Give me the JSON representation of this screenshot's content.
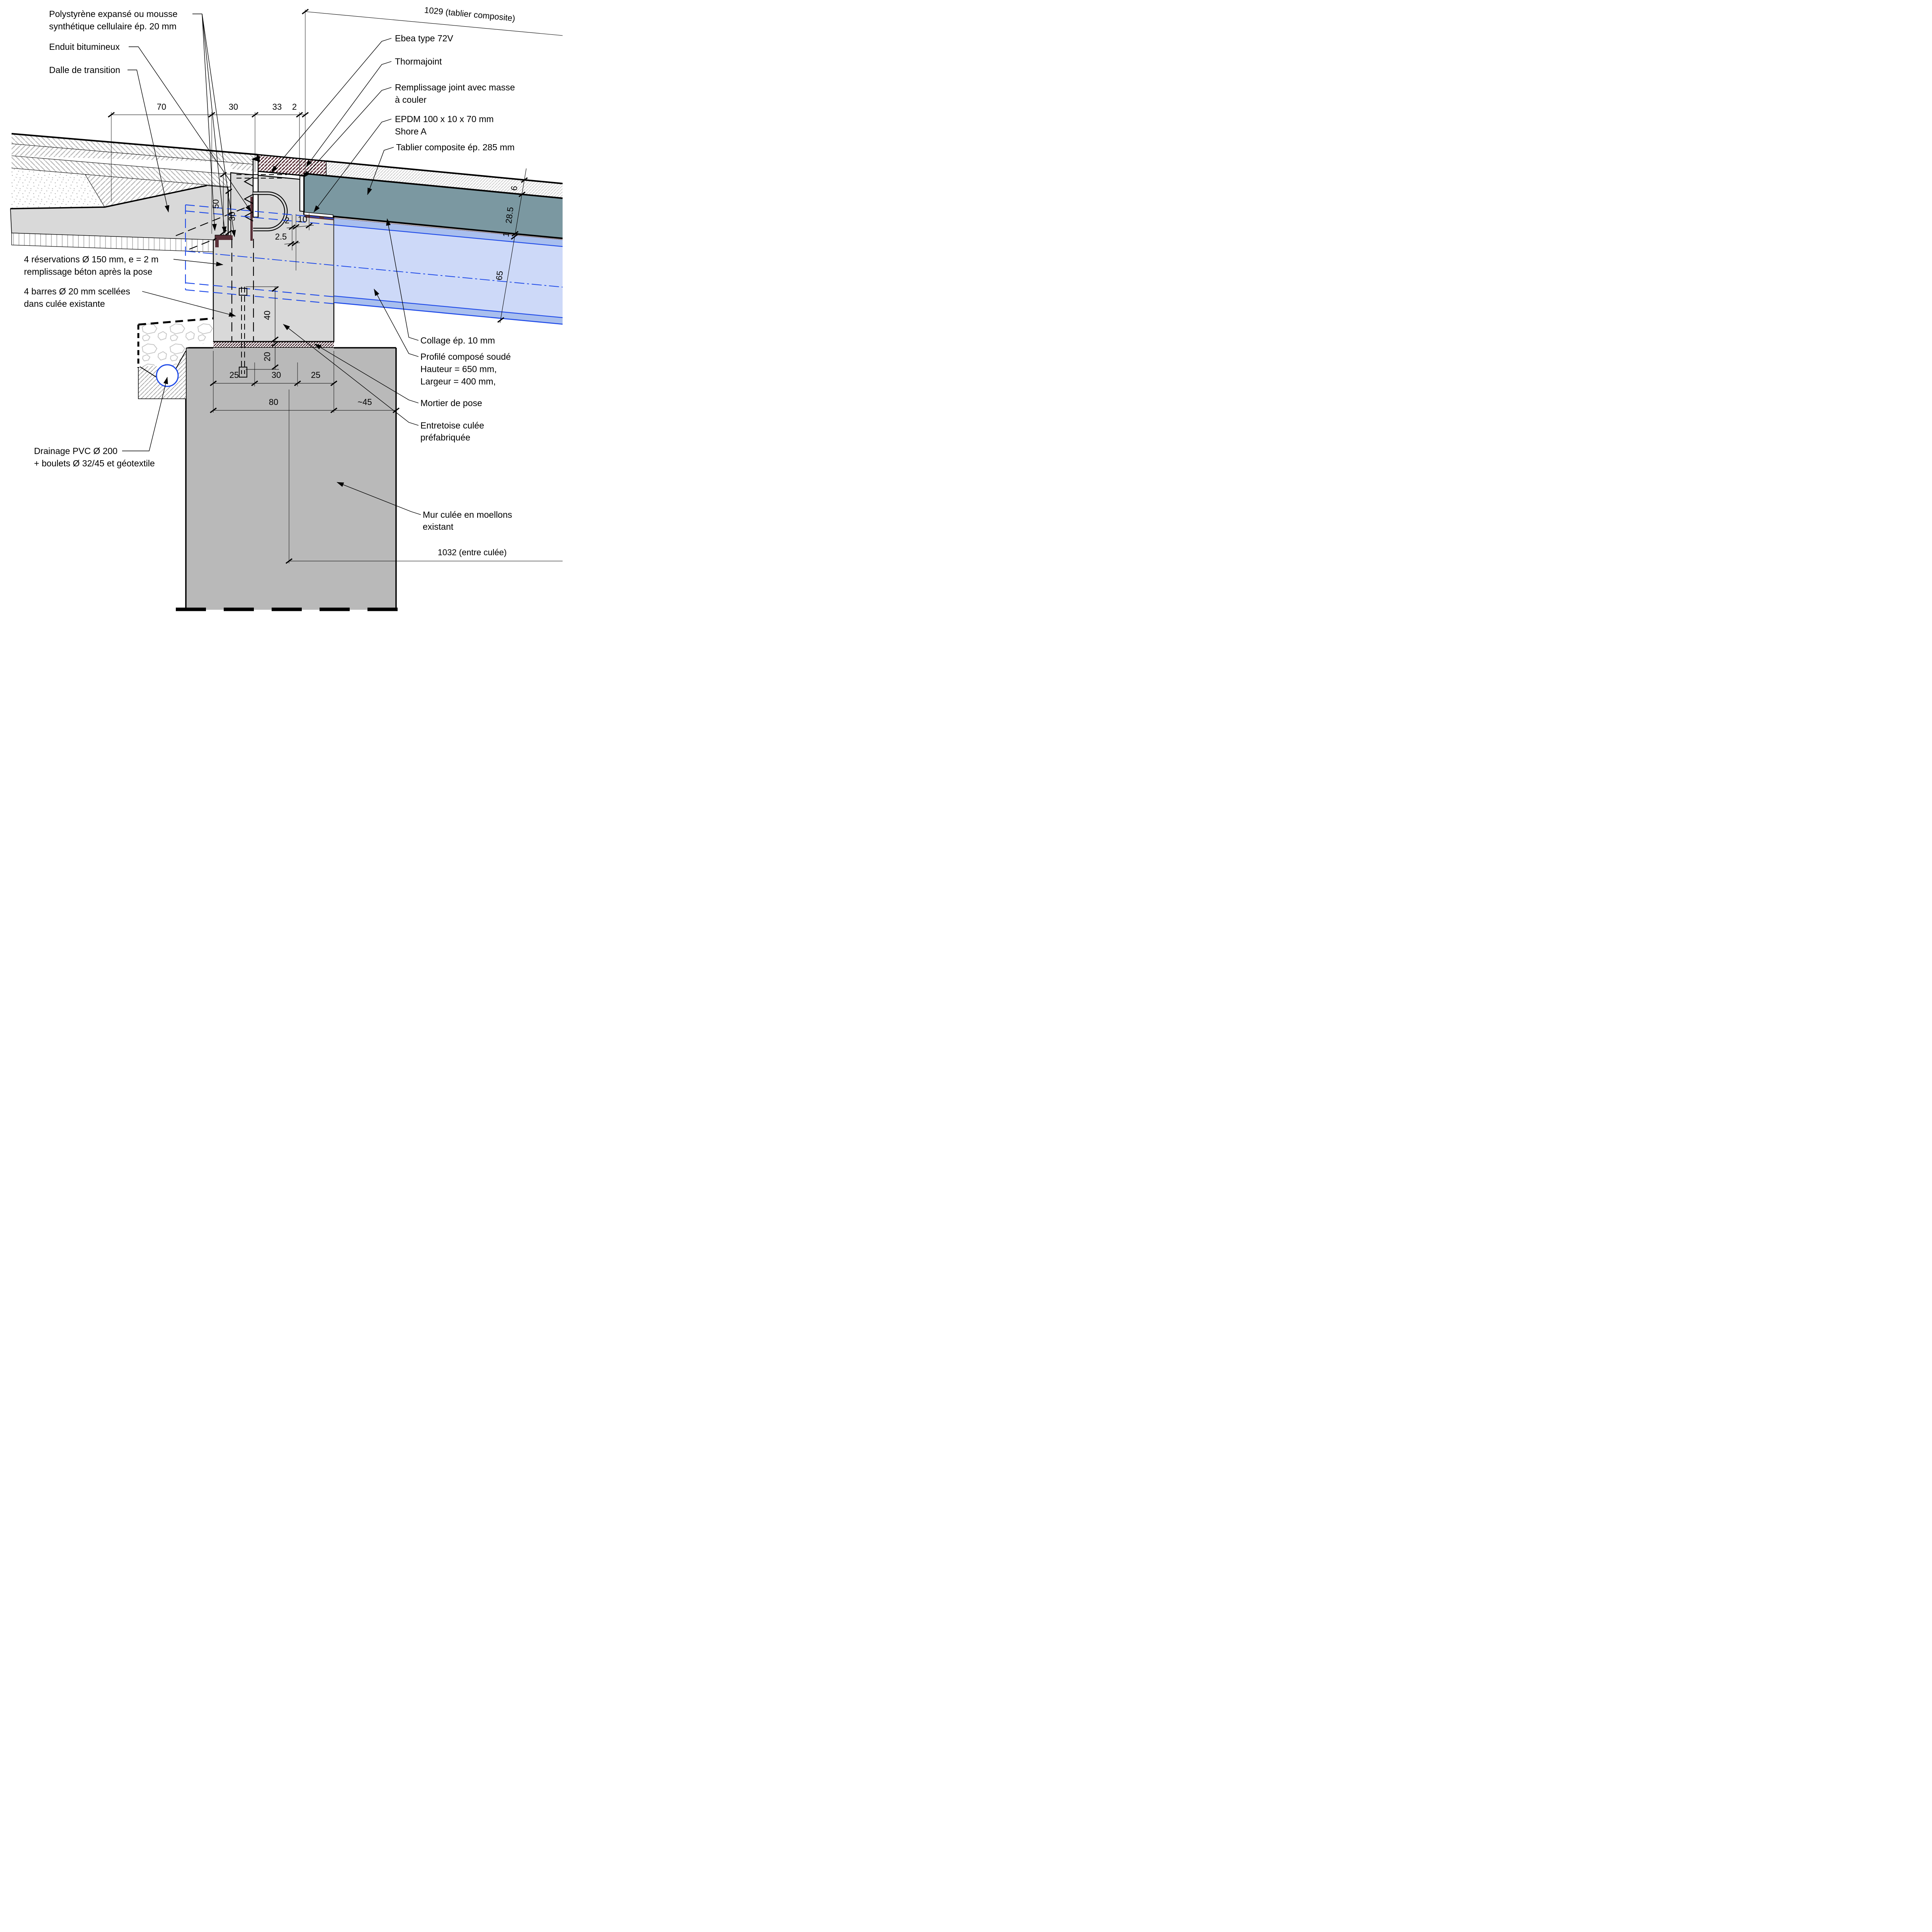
{
  "labels": {
    "polystyrene": [
      "Polystyrène expansé ou mousse",
      "synthétique cellulaire ép. 20 mm"
    ],
    "enduit": [
      "Enduit bitumineux"
    ],
    "dalle": [
      "Dalle de transition"
    ],
    "dim_1029": [
      "1029 (tablier composite)"
    ],
    "ebea": [
      "Ebea type 72V"
    ],
    "thormajoint": [
      "Thormajoint"
    ],
    "remplissage": [
      "Remplissage joint avec masse",
      "à couler"
    ],
    "epdm": [
      "EPDM 100 x 10 x 70 mm",
      "Shore A"
    ],
    "tablier": [
      "Tablier composite ép. 285 mm"
    ],
    "reservations": [
      "4 réservations Ø 150 mm, e = 2 m",
      "remplissage béton après la pose"
    ],
    "barres": [
      "4 barres Ø 20 mm scellées",
      "dans culée existante"
    ],
    "collage": [
      "Collage ép. 10 mm"
    ],
    "profile": [
      "Profilé composé soudé",
      "Hauteur = 650 mm,",
      "Largeur = 400 mm,"
    ],
    "mortier": [
      "Mortier de pose"
    ],
    "entretoise": [
      "Entretoise culée",
      "préfabriquée"
    ],
    "drainage": [
      "Drainage PVC Ø 200",
      "+ boulets Ø 32/45 et géotextile"
    ],
    "mur": [
      "Mur culée en moellons",
      "existant"
    ],
    "dim_1032": [
      "1032 (entre culée)"
    ]
  },
  "dimensions": {
    "top": [
      "70",
      "30",
      "33",
      "2"
    ],
    "step_vertical": [
      "50",
      "30"
    ],
    "joint": [
      "2",
      "10",
      "2.5"
    ],
    "right_chain": [
      "6",
      "28.5",
      "1",
      "65"
    ],
    "anchor_vertical": [
      "40",
      "20"
    ],
    "footing_row1": [
      "25",
      "30",
      "25"
    ],
    "footing_row2": [
      "80",
      "~45"
    ]
  },
  "colors": {
    "deck_teal": "#7b98a1",
    "beam_web": "#cdd9f8",
    "beam_flange": "#a9bfee",
    "maroon": "#5a3038",
    "concrete_light": "#d9d9d9",
    "wall_gray": "#b9b9b9",
    "blue_line": "#1d49e8",
    "hatch_gray": "#b9b9b9"
  }
}
